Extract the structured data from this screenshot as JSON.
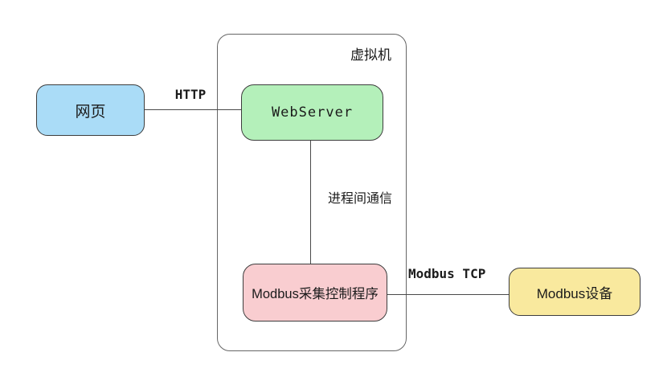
{
  "diagram": {
    "title": "Modbus acquisition architecture diagram",
    "container": {
      "label": "虚拟机"
    },
    "nodes": [
      {
        "id": "webpage",
        "label": "网页",
        "fill": "#aadcf7",
        "border": "#3d3d3d"
      },
      {
        "id": "webserver",
        "label": "WebServer",
        "fill": "#b4f0ba",
        "border": "#3d3d3d"
      },
      {
        "id": "modbus-program",
        "label": "Modbus采集控制程序",
        "fill": "#f9cdd0",
        "border": "#3d3d3d"
      },
      {
        "id": "modbus-device",
        "label": "Modbus设备",
        "fill": "#f9e99e",
        "border": "#3d3d3d"
      }
    ],
    "edges": [
      {
        "from": "webpage",
        "to": "webserver",
        "label": "HTTP"
      },
      {
        "from": "webserver",
        "to": "modbus-program",
        "label": "进程间通信"
      },
      {
        "from": "modbus-program",
        "to": "modbus-device",
        "label": "Modbus TCP"
      }
    ],
    "colors": {
      "line": "#4a4a4a",
      "container_border": "#666666",
      "text": "#1b1b1b",
      "background": "#ffffff"
    }
  }
}
